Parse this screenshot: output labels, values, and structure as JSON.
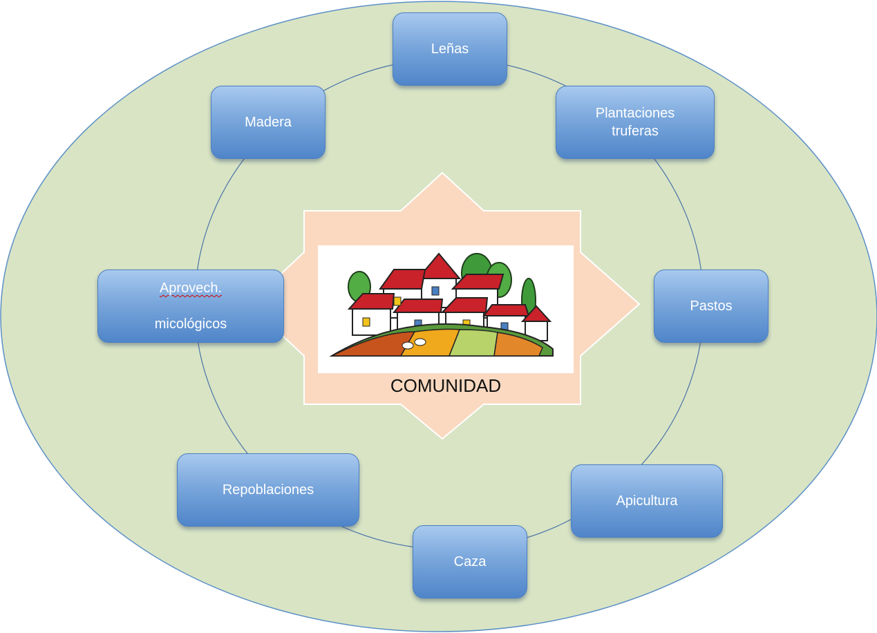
{
  "center": {
    "label": "COMUNIDAD",
    "image": "village-illustration"
  },
  "nodes": {
    "lenas": "Leñas",
    "plantaciones": "Plantaciones\ntruferas",
    "madera": "Madera",
    "aprovech_line1": "Aprovech.",
    "aprovech_line2": "micológicos",
    "pastos": "Pastos",
    "repoblaciones": "Repoblaciones",
    "apicultura": "Apicultura",
    "caza": "Caza"
  },
  "colors": {
    "outer_ellipse": "#d8e4c4",
    "outer_stroke": "#5b8fc7",
    "ring": "#4a72a8",
    "star": "#fad9c0",
    "node": "#6b9bd6"
  }
}
